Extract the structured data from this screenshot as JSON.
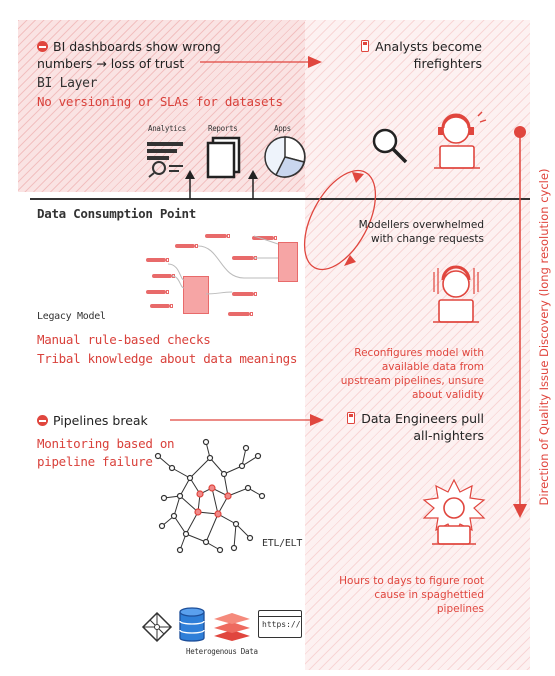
{
  "bi_issue": {
    "label": "BI dashboards show wrong numbers → loss of trust"
  },
  "bi_layer": {
    "title": "BI Layer",
    "subtitle": "No versioning or SLAs for datasets"
  },
  "bi_icons": {
    "analytics": "Analytics",
    "reports": "Reports",
    "apps": "Apps"
  },
  "analysts": {
    "label": "Analysts become firefighters"
  },
  "consumption_point": "Data Consumption Point",
  "modellers": {
    "label": "Modellers overwhelmed with change requests"
  },
  "legacy_model": {
    "title": "Legacy Model",
    "line1": "Manual rule-based checks",
    "line2": "Tribal knowledge about data meanings"
  },
  "reconfigure": {
    "label": "Reconfigures model with available data from upstream pipelines, unsure about validity"
  },
  "pipelines": {
    "label": "Pipelines break",
    "note": "Monitoring based on pipeline failure"
  },
  "engineers": {
    "label": "Data Engineers pull all-nighters"
  },
  "etl": "ETL/ELT",
  "root_cause": {
    "label": "Hours to days to figure root cause in spaghettied pipelines"
  },
  "sources": {
    "label": "Heterogenous Data",
    "url_text": "https://"
  },
  "direction": {
    "label": "Direction of Quality Issue Discovery (long resolution cycle)"
  },
  "colors": {
    "accent": "#e0463e",
    "hatch": "#fae3e3"
  }
}
